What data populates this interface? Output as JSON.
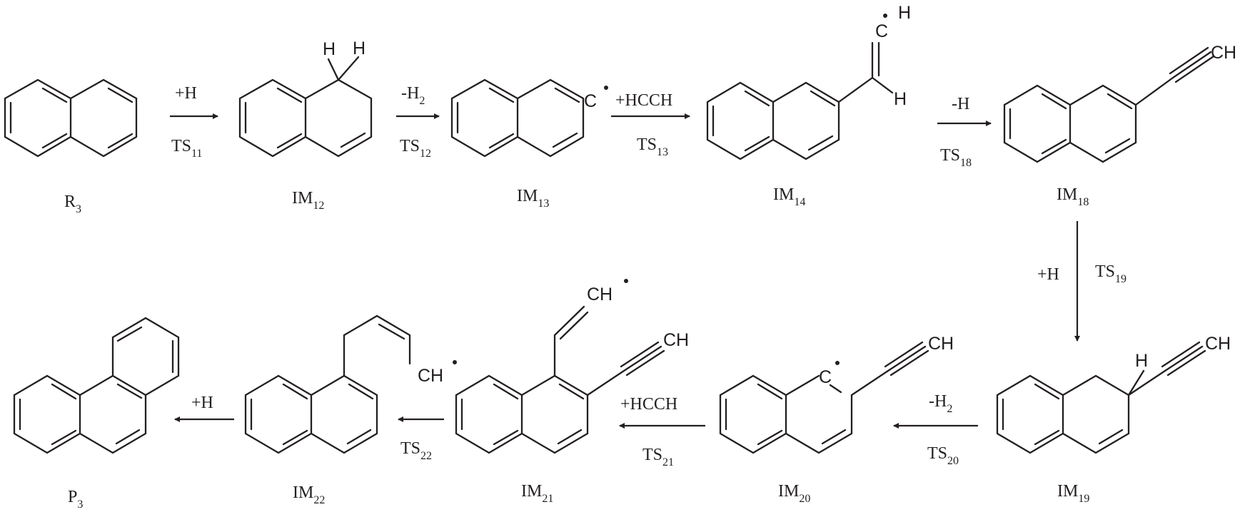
{
  "compounds": {
    "R3": {
      "main": "R",
      "sub": "3"
    },
    "IM12": {
      "main": "IM",
      "sub": "12"
    },
    "IM13": {
      "main": "IM",
      "sub": "13"
    },
    "IM14": {
      "main": "IM",
      "sub": "14"
    },
    "IM18": {
      "main": "IM",
      "sub": "18"
    },
    "IM19": {
      "main": "IM",
      "sub": "19"
    },
    "IM20": {
      "main": "IM",
      "sub": "20"
    },
    "IM21": {
      "main": "IM",
      "sub": "21"
    },
    "IM22": {
      "main": "IM",
      "sub": "22"
    },
    "P3": {
      "main": "P",
      "sub": "3"
    }
  },
  "steps": {
    "s11": {
      "reagent": "+H",
      "reagent_sub": "",
      "ts": "TS",
      "ts_sub": "11"
    },
    "s12": {
      "reagent": "-H",
      "reagent_sub": "2",
      "ts": "TS",
      "ts_sub": "12"
    },
    "s13": {
      "reagent": "+HCCH",
      "reagent_sub": "",
      "ts": "TS",
      "ts_sub": "13"
    },
    "s18": {
      "reagent": "-H",
      "reagent_sub": "",
      "ts": "TS",
      "ts_sub": "18"
    },
    "s19": {
      "reagent": "+H",
      "reagent_sub": "",
      "ts": "TS",
      "ts_sub": "19"
    },
    "s20": {
      "reagent": "-H",
      "reagent_sub": "2",
      "ts": "TS",
      "ts_sub": "20"
    },
    "s21": {
      "reagent": "+HCCH",
      "reagent_sub": "",
      "ts": "TS",
      "ts_sub": "21"
    },
    "s22": {
      "reagent": "",
      "reagent_sub": "",
      "ts": "TS",
      "ts_sub": "22"
    },
    "s23": {
      "reagent": "+H",
      "reagent_sub": "",
      "ts": "",
      "ts_sub": ""
    }
  },
  "atoms": {
    "H": "H",
    "C": "C",
    "CH": "CH"
  }
}
